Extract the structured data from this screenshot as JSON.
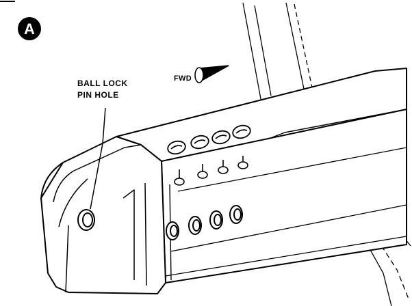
{
  "figure": {
    "badge": "A",
    "labels": {
      "ball_lock_line1": "BALL LOCK",
      "ball_lock_line2": "PIN HOLE",
      "fwd": "FWD"
    }
  }
}
